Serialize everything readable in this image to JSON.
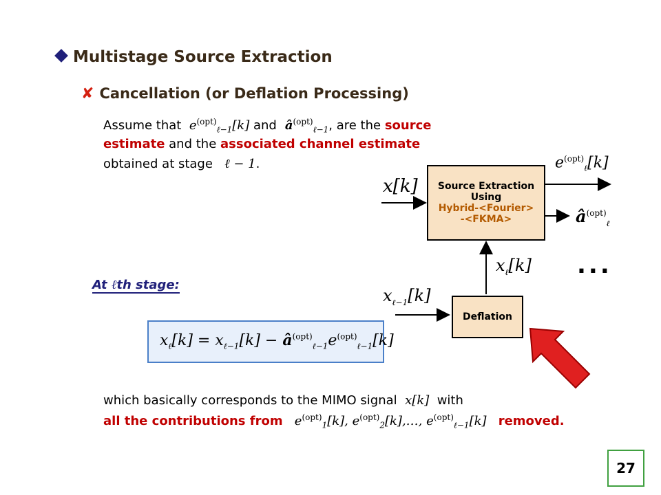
{
  "title": "Multistage Source Extraction",
  "subtitle": "Cancellation (or Deflation Processing)",
  "intro": {
    "assume": "Assume that",
    "and": "and",
    "are_the": ", are the",
    "source": "source",
    "estimate": "estimate",
    "and_the": "and the",
    "associated": "associated channel estimate",
    "obtained": "obtained at stage",
    "period": "."
  },
  "diagram": {
    "extraction_box": {
      "line1": "Source Extraction",
      "line2": "Using",
      "line3": "Hybrid-<Fourier>",
      "line4": "-<FKMA>"
    },
    "deflation_box": "Deflation",
    "ellipsis": "..."
  },
  "stage_label": {
    "prefix": "At",
    "suffix": "th stage:"
  },
  "summary": {
    "line1_text": "which basically corresponds to the MIMO signal",
    "line1_with": "with",
    "line2_prefix": "all the contributions from",
    "line2_suffix": "removed."
  },
  "page_number": "27",
  "colors": {
    "red_text": "#c00000",
    "box_fill": "#f9e2c4",
    "formula_border": "#4a7fc8",
    "arrow_red": "#e02020"
  }
}
